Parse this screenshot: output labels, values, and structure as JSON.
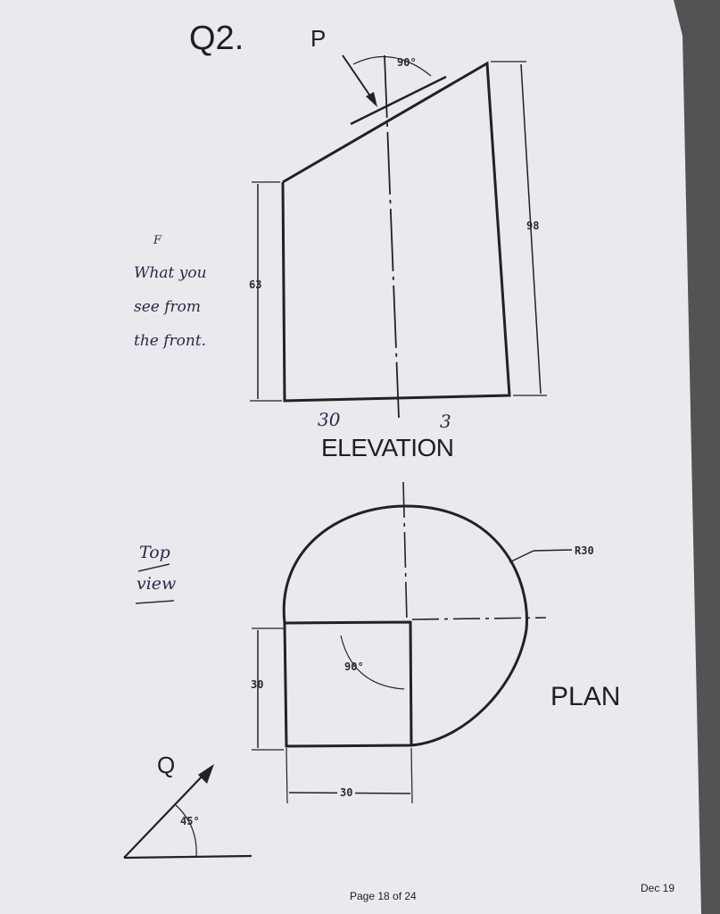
{
  "question": {
    "title": "Q2.",
    "view_arrow_p": "P",
    "view_arrow_q": "Q"
  },
  "elevation": {
    "label": "ELEVATION",
    "angle": "90°",
    "dim_left": "63",
    "dim_right": "98"
  },
  "plan": {
    "label": "PLAN",
    "radius": "R30",
    "angle": "90°",
    "dim_left": "30",
    "dim_bottom": "30"
  },
  "q_arrow": {
    "angle": "45°"
  },
  "handwritten": {
    "mark": "F",
    "front_line1": "What you",
    "front_line2": "see from",
    "front_line3": "the front.",
    "elev_30": "30",
    "elev_3": "3",
    "top_line1": "Top",
    "top_line2": "view"
  },
  "footer": {
    "page": "Page 18 of 24",
    "date": "Dec 19"
  },
  "colors": {
    "paper": "#e9ebee",
    "ink": "#1d1f24",
    "pen": "#2a2a45",
    "background": "#cfd0d2"
  }
}
